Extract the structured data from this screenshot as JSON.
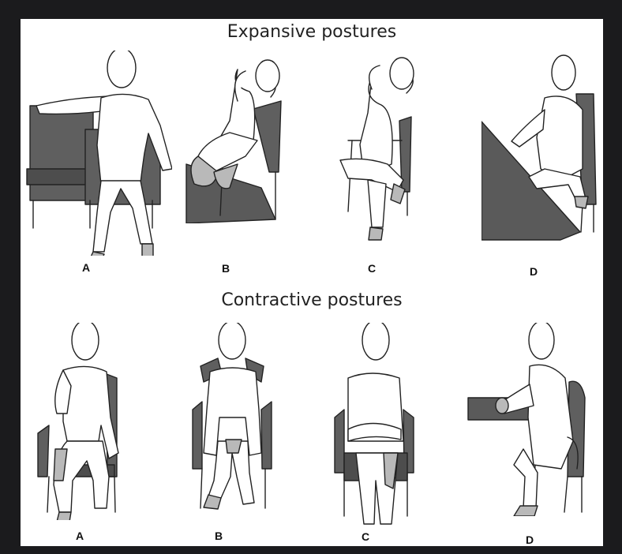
{
  "headings": {
    "expansive": "Expansive postures",
    "contractive": "Contractive postures"
  },
  "expansive_labels": [
    "A",
    "B",
    "C",
    "D"
  ],
  "contractive_labels": [
    "A",
    "B",
    "C",
    "D"
  ],
  "colors": {
    "frame": "#1b1b1d",
    "panel": "#ffffff",
    "chair": "#5f5f5f",
    "shade": "#b9b9b9"
  }
}
